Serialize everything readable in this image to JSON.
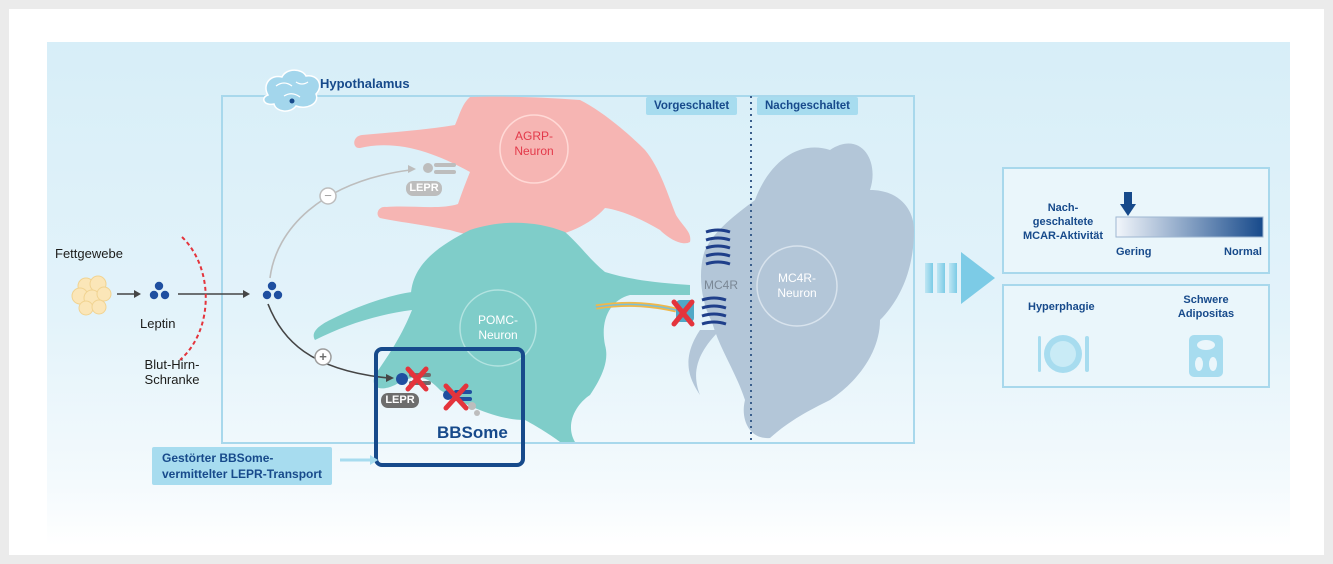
{
  "labels": {
    "fettgewebe": "Fettgewebe",
    "leptin": "Leptin",
    "schranke_line1": "Blut-Hirn-",
    "schranke_line2": "Schranke",
    "hypothalamus": "Hypothalamus",
    "vorgeschaltet": "Vorgeschaltet",
    "nachgeschaltet": "Nachgeschaltet",
    "agrp_line1": "AGRP-",
    "agrp_line2": "Neuron",
    "pomc_line1": "POMC-",
    "pomc_line2": "Neuron",
    "mc4r_neuron_line1": "MC4R-",
    "mc4r_neuron_line2": "Neuron",
    "mc4r": "MC4R",
    "lepr_top": "LEPR",
    "lepr_bottom": "LEPR",
    "bbsome": "BBSome",
    "stoerung_line1": "Gestörter BBSome-",
    "stoerung_line2": "vermittelter LEPR-Transport",
    "minus": "−",
    "plus": "+"
  },
  "activity_panel": {
    "label_line1": "Nach-",
    "label_line2": "geschaltete",
    "label_line3": "MCAR-Aktivität",
    "scale_low": "Gering",
    "scale_high": "Normal",
    "marker_level": 0.03
  },
  "outcomes": {
    "hyperphagie": "Hyperphagie",
    "adipositas_line1": "Schwere",
    "adipositas_line2": "Adipositas"
  },
  "colors": {
    "navy": "#174a8b",
    "agrp": "#f6b5b3",
    "pomc": "#7fcdc9",
    "mc4r_neuron": "#b3c6d8",
    "red_cross": "#e4343c",
    "tag": "#a7dcef"
  },
  "icons": [
    "brain-icon",
    "fat-cell-icon",
    "leptin-icon",
    "receptor-icon",
    "cross-icon",
    "plate-icon",
    "scale-icon",
    "arrow-down-icon",
    "chevron-arrow-icon"
  ]
}
